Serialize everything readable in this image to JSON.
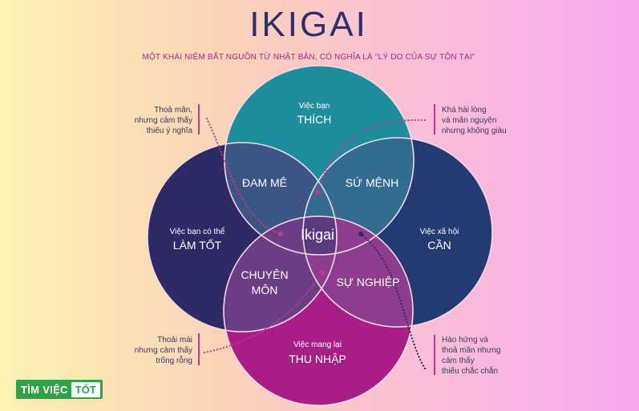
{
  "header": {
    "title": "IKIGAI",
    "subtitle": "MỘT KHÁI NIỆM BẮT NGUỒN TỪ NHẬT BẢN, CÓ NGHĨA LÀ \"LÝ DO CỦA SỰ TỒN TẠI\""
  },
  "circles": {
    "top": {
      "small": "Việc bạn",
      "big": "THÍCH",
      "color": "#1e8e9c"
    },
    "left": {
      "small": "Việc bạn có thể",
      "big": "LÀM TỐT",
      "color": "#2d2a66"
    },
    "right": {
      "small": "Việc xã hội",
      "big": "CẦN",
      "color": "#233a72"
    },
    "bottom": {
      "small": "Việc mang lại",
      "big": "THU NHẬP",
      "color": "#a81d86"
    }
  },
  "overlaps": {
    "passion": "ĐAM MÊ",
    "mission": "SỨ MỆNH",
    "profession_line1": "CHUYÊN",
    "profession_line2": "MÔN",
    "vocation": "SỰ NGHIỆP",
    "center": "Ikigai"
  },
  "notes": {
    "top_left": [
      "Thoả mãn,",
      "nhưng cảm thấy",
      "thiếu ý nghĩa"
    ],
    "top_right": [
      "Khá hài lòng",
      "và mãn nguyện",
      "nhưng không giàu"
    ],
    "bottom_left": [
      "Thoải mái",
      "nhưng cảm thấy",
      "trống rỗng"
    ],
    "bottom_right": [
      "Hào hứng và",
      "thoả mãn nhưng",
      "cảm thấy",
      "thiếu chắc chắn"
    ]
  },
  "logo": {
    "part1": "TÌM VIỆC",
    "part2": "TỐT"
  },
  "colors": {
    "accent": "#b52487",
    "line": "#c13a8f",
    "ring": "#f4d9e6"
  }
}
